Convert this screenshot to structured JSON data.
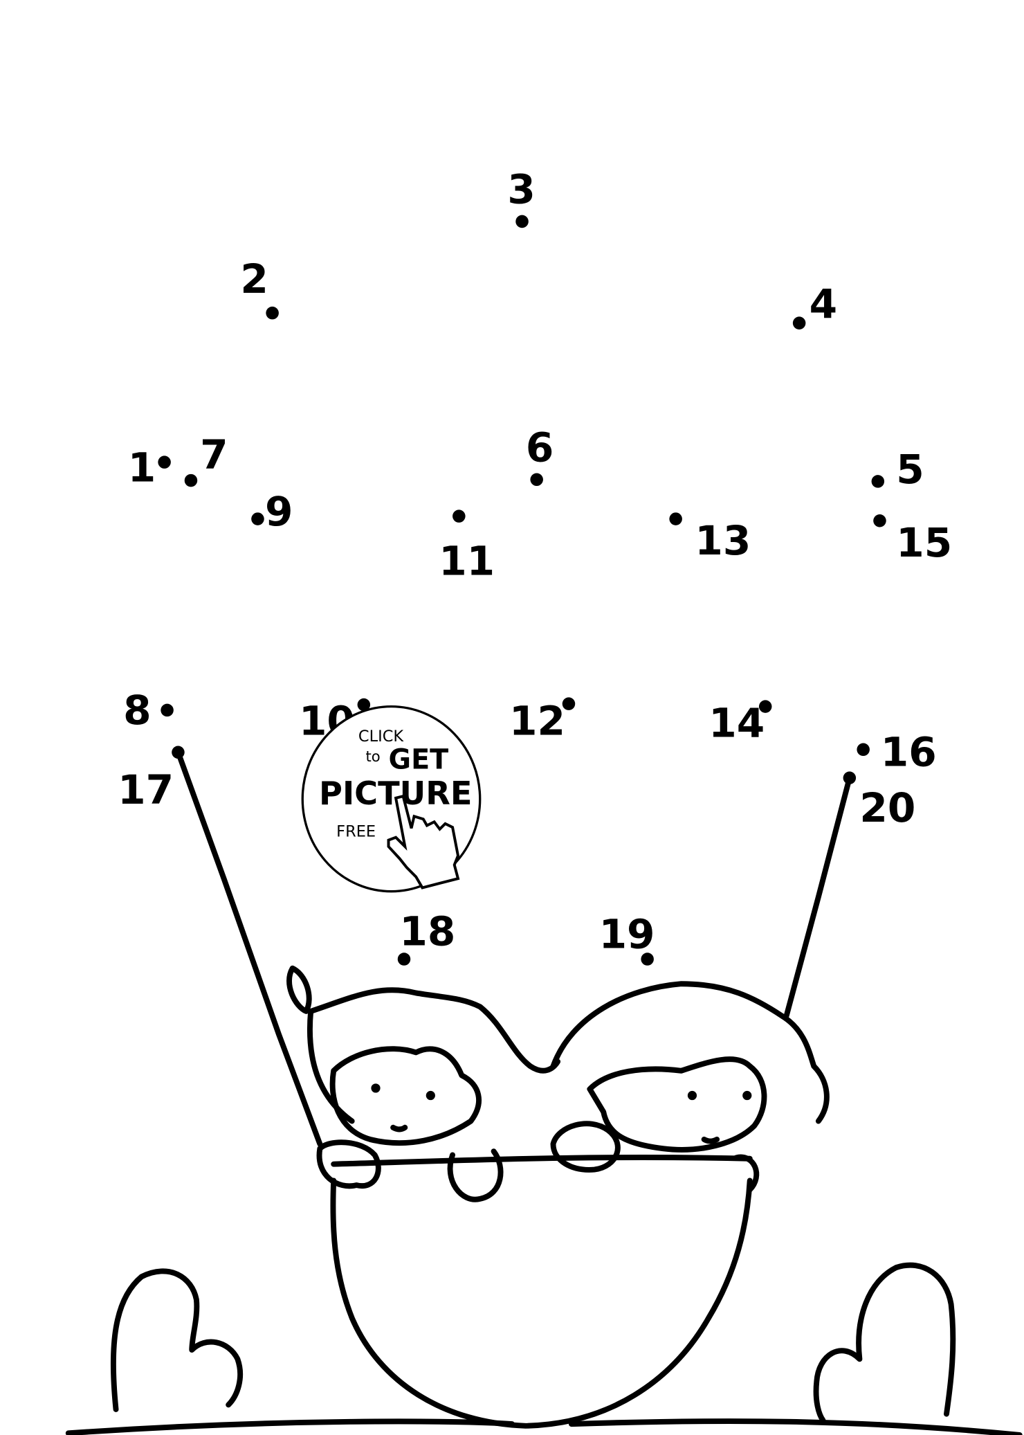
{
  "dots": [
    {
      "n": "1"
    },
    {
      "n": "2"
    },
    {
      "n": "3"
    },
    {
      "n": "4"
    },
    {
      "n": "5"
    },
    {
      "n": "6"
    },
    {
      "n": "7"
    },
    {
      "n": "8"
    },
    {
      "n": "9"
    },
    {
      "n": "10"
    },
    {
      "n": "11"
    },
    {
      "n": "12"
    },
    {
      "n": "13"
    },
    {
      "n": "14"
    },
    {
      "n": "15"
    },
    {
      "n": "16"
    },
    {
      "n": "17"
    },
    {
      "n": "18"
    },
    {
      "n": "19"
    },
    {
      "n": "20"
    }
  ],
  "badge": {
    "line1": "CLICK",
    "line2a": "to",
    "line2b": "GET",
    "line3": "PICTURE",
    "line4": "FREE",
    "icon": "pointing-hand-cursor-icon"
  }
}
